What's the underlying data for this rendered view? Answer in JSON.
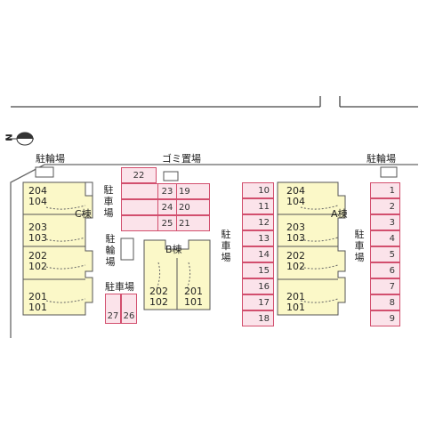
{
  "colors": {
    "building_fill": "#fbf8c8",
    "building_stroke": "#555555",
    "parking_fill": "#fbe3ea",
    "parking_stroke": "#d24f6e",
    "site_stroke": "#666666",
    "road_stroke": "#444444"
  },
  "north_symbol": {
    "letter": "N",
    "icon": "north-arrow-icon"
  },
  "labels": {
    "bike_c": "駐輪場",
    "bike_a": "駐輪場",
    "garbage": "ゴミ置場",
    "parking_c": [
      "駐",
      "車",
      "場"
    ],
    "bike_mid": [
      "駐",
      "輪",
      "場"
    ],
    "parking_c_bottom": "駐車場",
    "parking_b": [
      "駐",
      "車",
      "場"
    ],
    "parking_a": [
      "駐",
      "車",
      "場"
    ]
  },
  "buildings": {
    "c": {
      "name": "C棟",
      "units": [
        [
          "204",
          "104"
        ],
        [
          "203",
          "103"
        ],
        [
          "202",
          "102"
        ],
        [
          "201",
          "101"
        ]
      ]
    },
    "a": {
      "name": "A棟",
      "units": [
        [
          "204",
          "104"
        ],
        [
          "203",
          "103"
        ],
        [
          "202",
          "102"
        ],
        [
          "201",
          "101"
        ]
      ]
    },
    "b": {
      "name": "B棟",
      "units": [
        [
          "202",
          "102"
        ],
        [
          "201",
          "101"
        ]
      ]
    }
  },
  "parking": {
    "slot_22": "22",
    "top_block_left": [
      "23",
      "24",
      "25"
    ],
    "top_block_right": [
      "19",
      "20",
      "21"
    ],
    "bottom_c": [
      "27",
      "26"
    ],
    "column_mid": [
      "10",
      "11",
      "12",
      "13",
      "14",
      "15",
      "16",
      "17",
      "18"
    ],
    "column_right": [
      "1",
      "2",
      "3",
      "4",
      "5",
      "6",
      "7",
      "8",
      "9"
    ]
  }
}
